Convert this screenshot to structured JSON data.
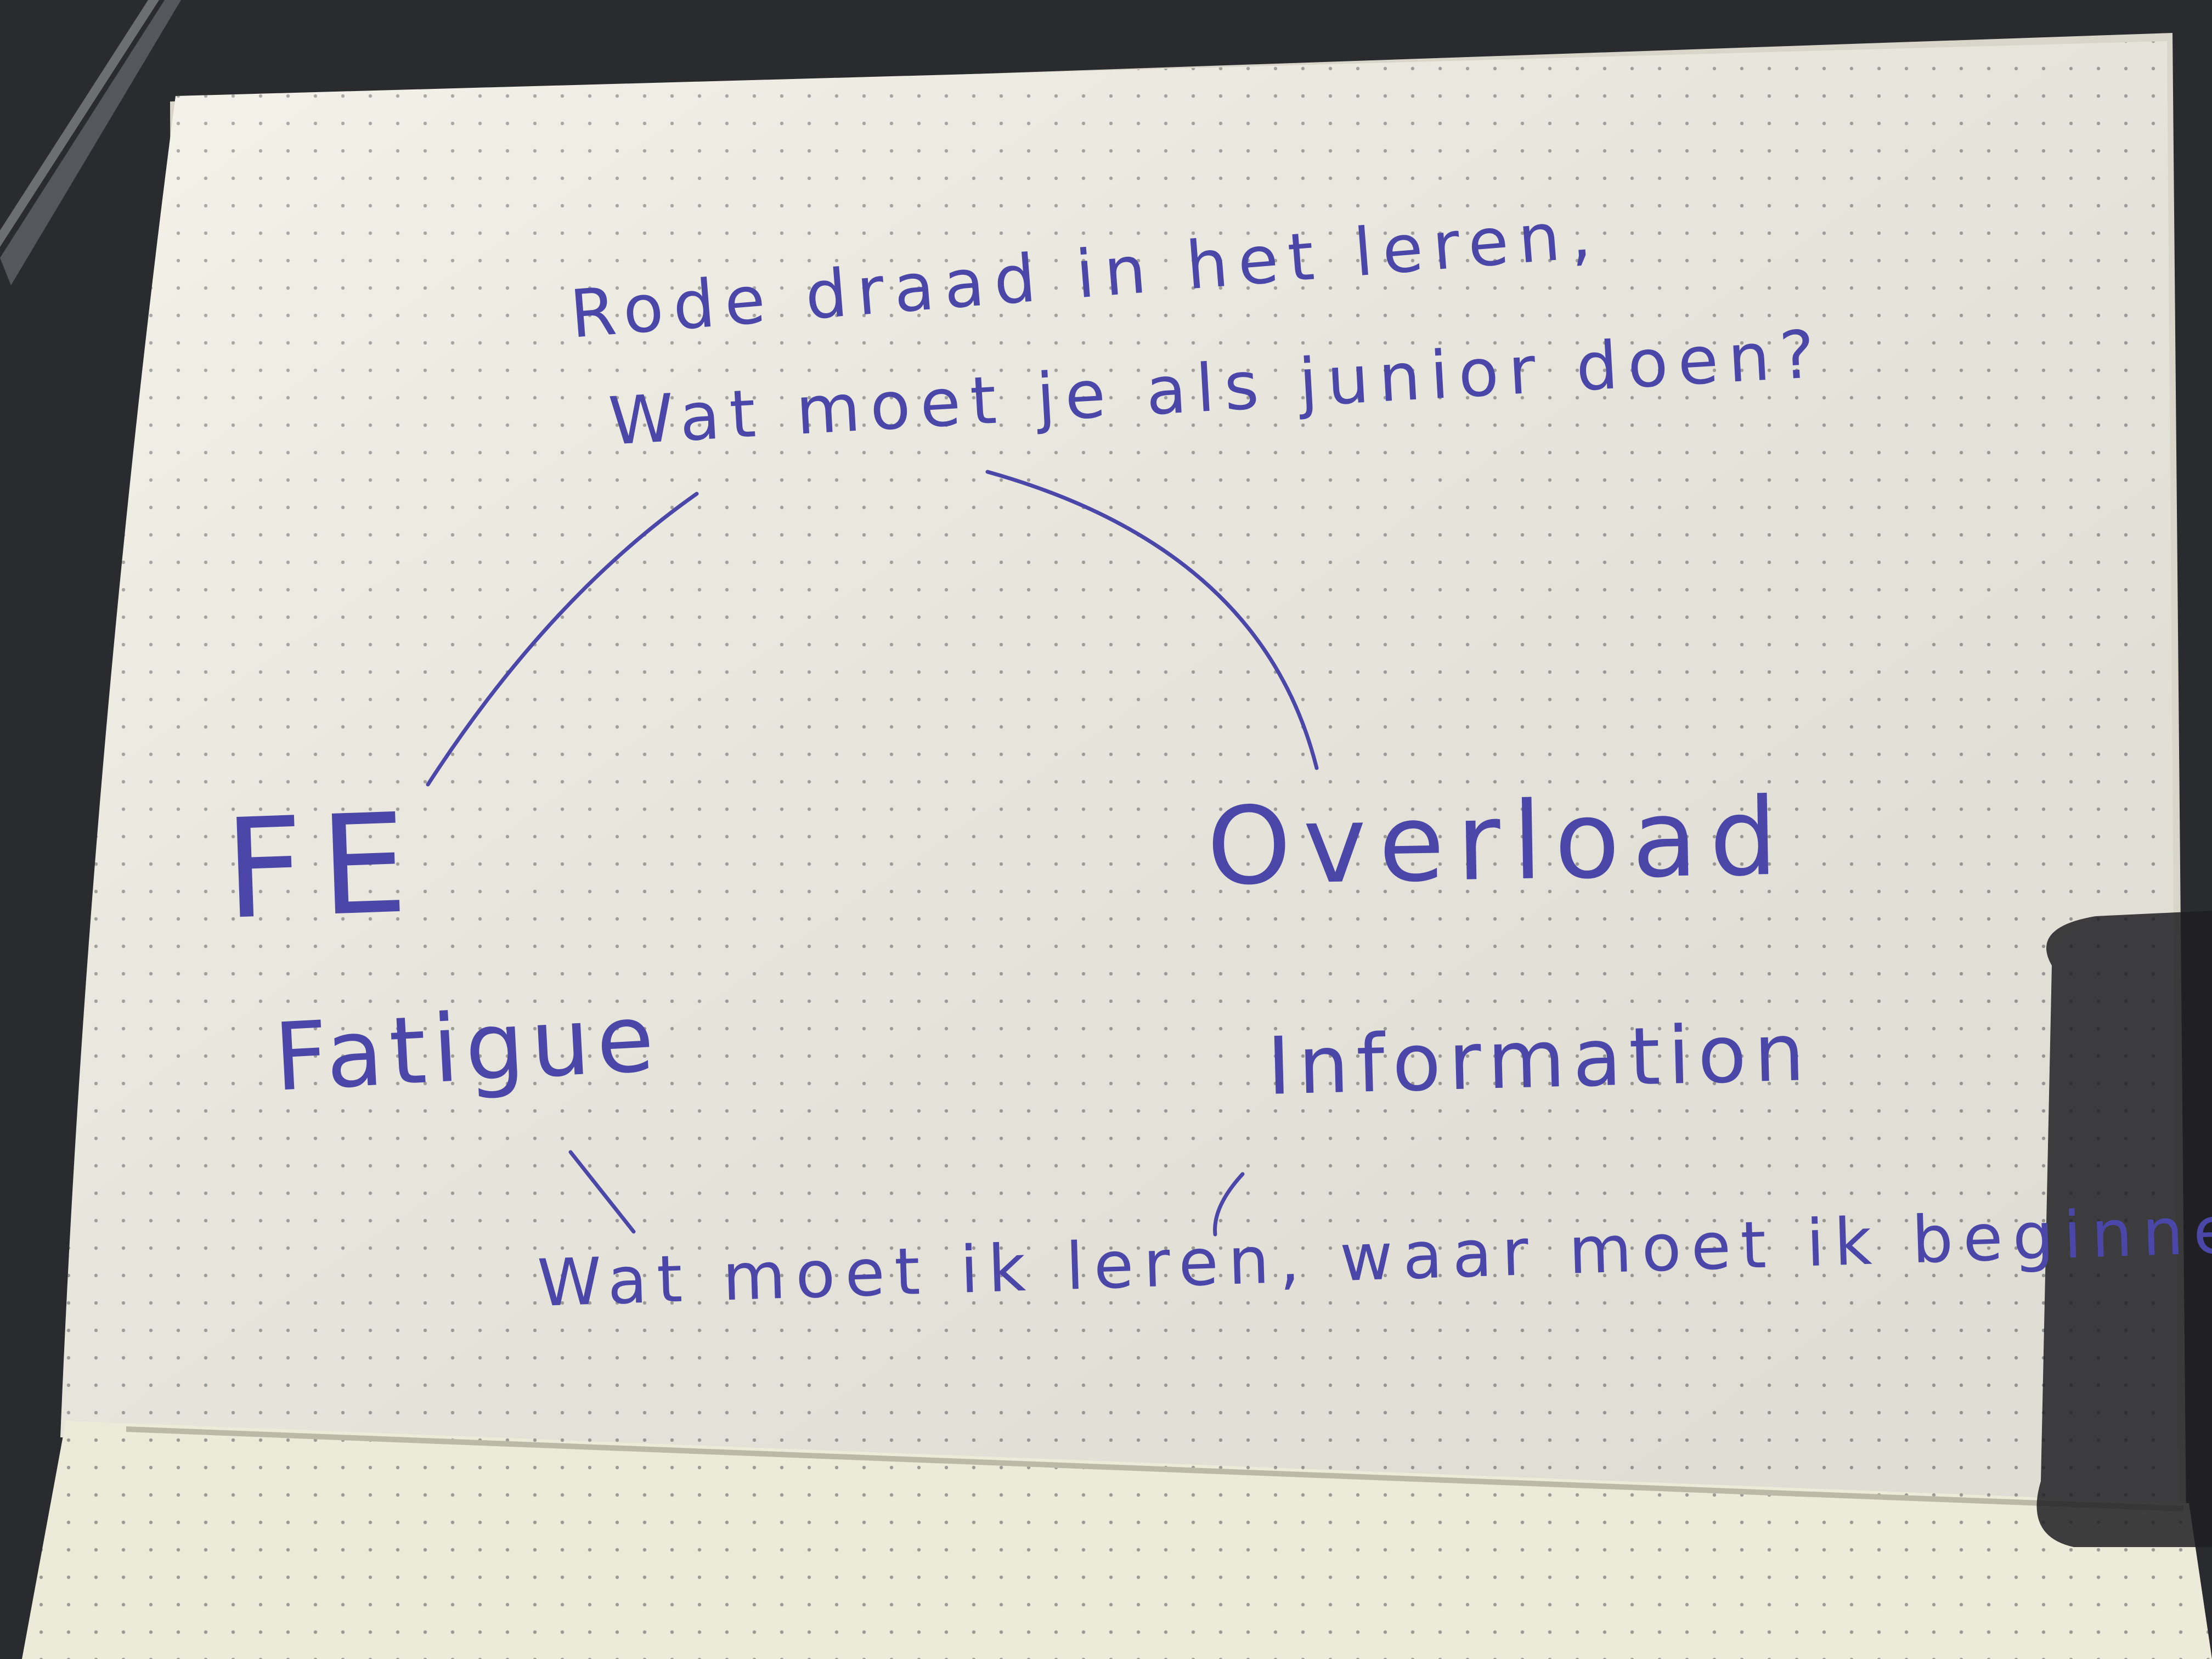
{
  "ink_color": "#4a47a8",
  "paper_color": "#f3f1e6",
  "desk_color": "#2a2b2f",
  "notes": {
    "line1": "Rode draad in het leren,",
    "line2": "Wat moet je als junior doen?",
    "fe": "FE",
    "fatigue": "Fatigue",
    "overload": "Overload",
    "information": "Information",
    "line3": "Wat moet ik leren, waar moet ik beginnen?"
  }
}
